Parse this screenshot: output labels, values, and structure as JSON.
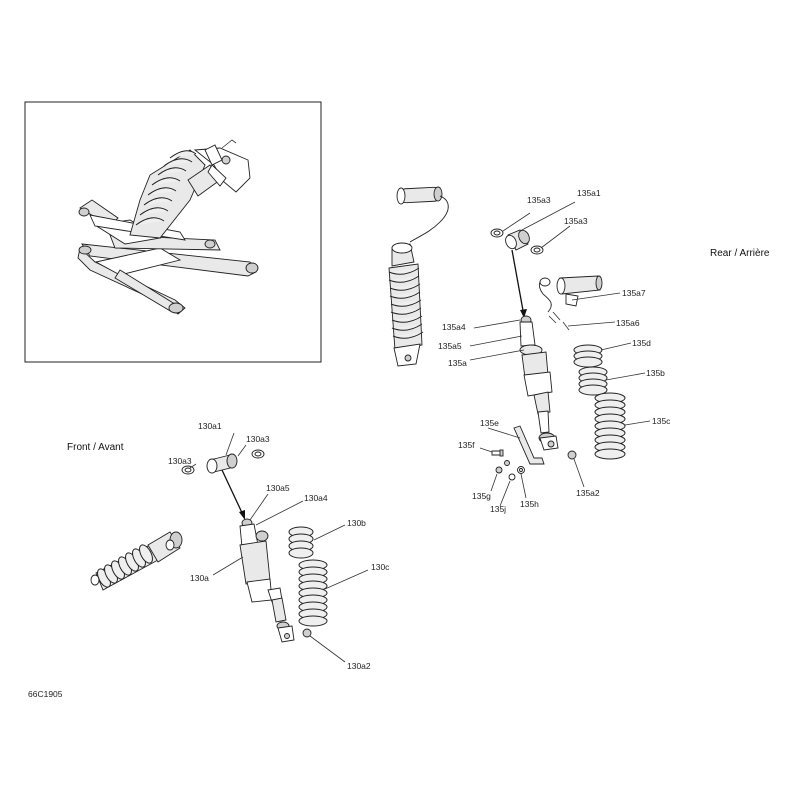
{
  "sections": {
    "rear": "Rear / Arrière",
    "front": "Front / Avant"
  },
  "reference_code": "66C1905",
  "callouts": {
    "c135a3_top": "135a3",
    "c135a1": "135a1",
    "c135a3_mid": "135a3",
    "c135a7": "135a7",
    "c135a4": "135a4",
    "c135a6": "135a6",
    "c135a5": "135a5",
    "c135d": "135d",
    "c135a": "135a",
    "c135b": "135b",
    "c135c": "135c",
    "c135e": "135e",
    "c135f": "135f",
    "c135g": "135g",
    "c135j": "135j",
    "c135h": "135h",
    "c135a2": "135a2",
    "c130a1": "130a1",
    "c130a3_right": "130a3",
    "c130a3_left": "130a3",
    "c130a5": "130a5",
    "c130a4": "130a4",
    "c130b": "130b",
    "c130a": "130a",
    "c130c": "130c",
    "c130a2": "130a2"
  }
}
